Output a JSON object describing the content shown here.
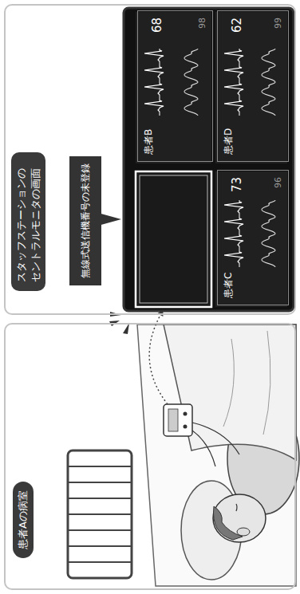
{
  "diagram": {
    "nodes": [
      {
        "text": [
          "患者Aの病室"
        ]
      },
      {
        "text": [
          "スタッフステーションの セントラルモニタの画面"
        ]
      },
      {
        "text": [
          "無線式送信機番号の未登録"
        ],
        "in": 1
      },
      {
        "text": [
          "患者B",
          "68",
          "98"
        ],
        "in": 1
      },
      {
        "text": [
          "患者C",
          "73",
          "96"
        ],
        "in": 1
      },
      {
        "text": [
          "患者D",
          "62",
          "99"
        ],
        "in": 1
      }
    ]
  }
}
